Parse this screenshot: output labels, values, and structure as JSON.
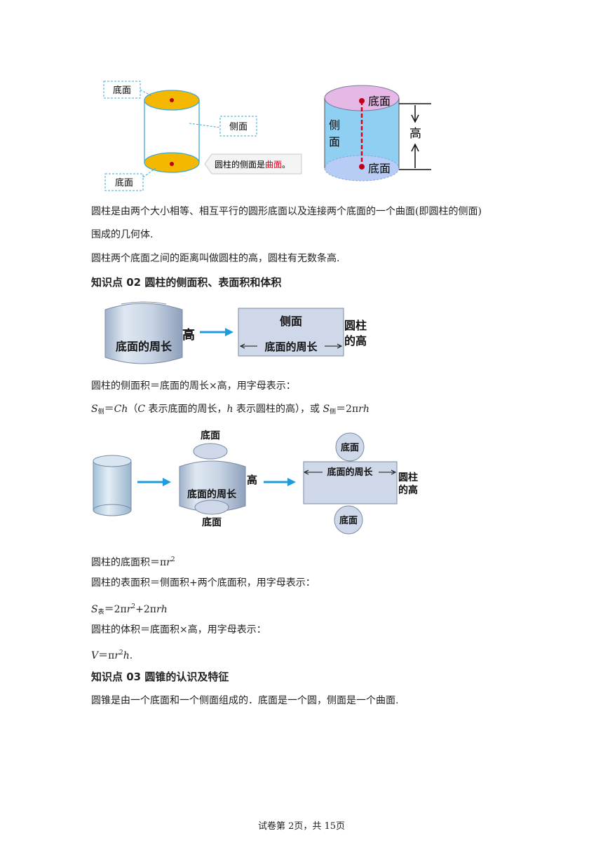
{
  "fig1": {
    "label_bottom_top": "底面",
    "label_bottom_bottom": "底面",
    "label_side": "侧面",
    "note_prefix": "圆柱的侧面是",
    "note_highlight": "曲面",
    "note_suffix": "。"
  },
  "fig2": {
    "label_top": "底面",
    "label_bottom": "底面",
    "label_side_1": "侧",
    "label_side_2": "面",
    "label_height": "高"
  },
  "para": {
    "def_line1": "圆柱是由两个大小相等、相互平行的圆形底面以及连接两个底面的一个曲面(即圆柱的侧面)",
    "def_line2": "围成的几何体.",
    "height_line": "圆柱两个底面之间的距离叫做圆柱的高，圆柱有无数条高."
  },
  "section2": {
    "title": "知识点 02  圆柱的侧面积、表面积和体积"
  },
  "fig3": {
    "circumference": "底面的周长",
    "height": "高",
    "side": "侧面",
    "circumference_2": "底面的周长",
    "cyl_height_1": "圆柱",
    "cyl_height_2": "的高"
  },
  "formula": {
    "lateral_text": "圆柱的侧面积＝底面的周长×高，用字母表示：",
    "lateral_S": "S",
    "lateral_sub": "侧",
    "lateral_eq": "＝",
    "lateral_Ch": "Ch",
    "lateral_paren_open": "（",
    "lateral_C": "C",
    "lateral_desc1": " 表示底面的周长，",
    "lateral_h": "h",
    "lateral_desc2": " 表示圆柱的高），或 ",
    "lateral_S2": "S",
    "lateral_sub2": "侧",
    "lateral_eq2": "＝2π",
    "lateral_rh": "rh",
    "base_text": "圆柱的底面积＝π",
    "base_r": "r",
    "base_sup": "2",
    "surface_text": "圆柱的表面积＝侧面积+两个底面积，用字母表示：",
    "surface_S": "S",
    "surface_sub": "表",
    "surface_eq": "＝2π",
    "surface_r": "r",
    "surface_sup": "2",
    "surface_plus": "+2π",
    "surface_rh": "rh",
    "volume_text": "圆柱的体积＝底面积×高，用字母表示：",
    "volume_V": "V",
    "volume_eq": "＝π",
    "volume_r": "r",
    "volume_sup": "2",
    "volume_h": "h",
    "volume_end": "."
  },
  "fig4": {
    "top": "底面",
    "circumference": "底面的周长",
    "bottom": "底面",
    "height": "高",
    "net_top": "底面",
    "net_circumference": "底面的周长",
    "net_bottom": "底面",
    "net_h1": "圆柱",
    "net_h2": "的高"
  },
  "section3": {
    "title": "知识点 03  圆锥的认识及特征",
    "text": "圆锥是由一个底面和一个侧面组成的．底面是一个圆，侧面是一个曲面."
  },
  "footer": "试卷第 2页，共 15页",
  "colors": {
    "yellow": "#f5b800",
    "blue_line": "#3fa9d6",
    "cyl_blue": "#8fd0f2",
    "cyl_top": "#e6b8e6",
    "red": "#e0001b",
    "arrow": "#1e9be0",
    "net_fill": "#cfd8e8"
  }
}
